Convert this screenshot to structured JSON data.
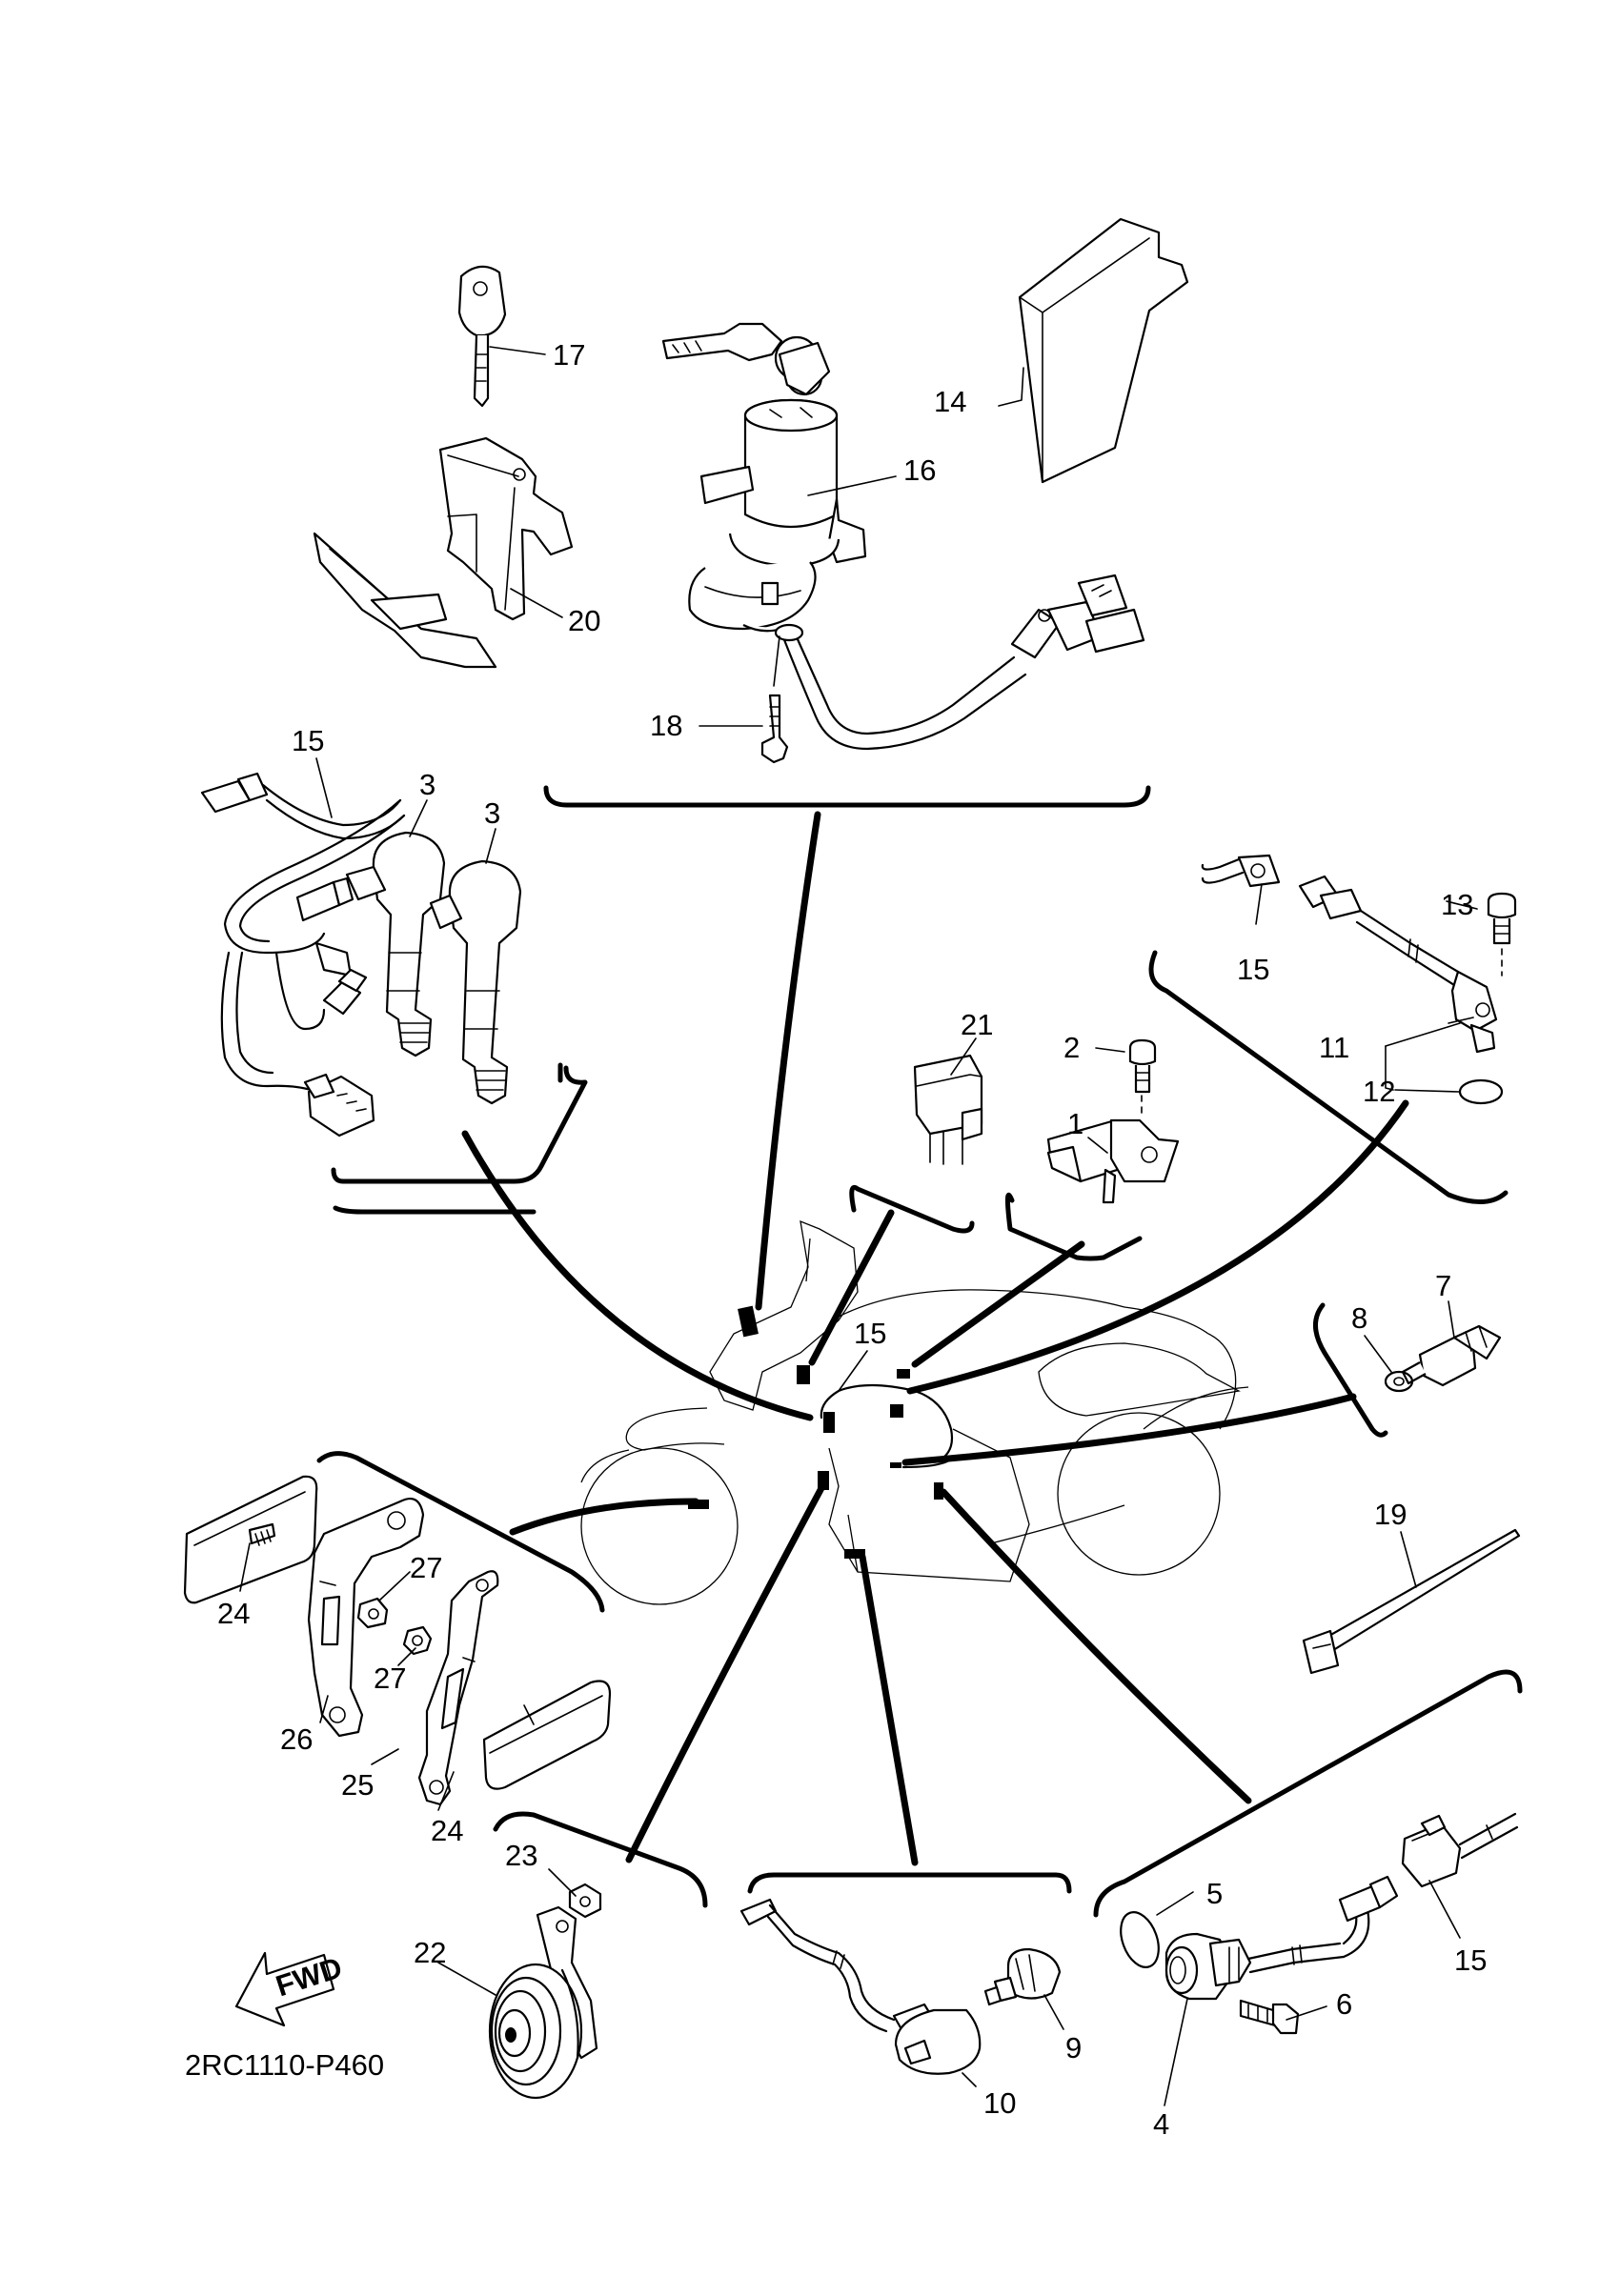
{
  "diagram_code": "2RC1110-P460",
  "fwd_label": "FWD",
  "callouts": [
    {
      "id": "c17",
      "text": "17"
    },
    {
      "id": "c14",
      "text": "14"
    },
    {
      "id": "c16",
      "text": "16"
    },
    {
      "id": "c20",
      "text": "20"
    },
    {
      "id": "c18",
      "text": "18"
    },
    {
      "id": "c15a",
      "text": "15"
    },
    {
      "id": "c3a",
      "text": "3"
    },
    {
      "id": "c3b",
      "text": "3"
    },
    {
      "id": "c15b",
      "text": "15"
    },
    {
      "id": "c13",
      "text": "13"
    },
    {
      "id": "c21",
      "text": "21"
    },
    {
      "id": "c2",
      "text": "2"
    },
    {
      "id": "c1",
      "text": "1"
    },
    {
      "id": "c11",
      "text": "11"
    },
    {
      "id": "c12",
      "text": "12"
    },
    {
      "id": "c7",
      "text": "7"
    },
    {
      "id": "c8",
      "text": "8"
    },
    {
      "id": "c15c",
      "text": "15"
    },
    {
      "id": "c19",
      "text": "19"
    },
    {
      "id": "c27a",
      "text": "27"
    },
    {
      "id": "c24a",
      "text": "24"
    },
    {
      "id": "c27b",
      "text": "27"
    },
    {
      "id": "c26",
      "text": "26"
    },
    {
      "id": "c25",
      "text": "25"
    },
    {
      "id": "c24b",
      "text": "24"
    },
    {
      "id": "c23",
      "text": "23"
    },
    {
      "id": "c22",
      "text": "22"
    },
    {
      "id": "c5",
      "text": "5"
    },
    {
      "id": "c15d",
      "text": "15"
    },
    {
      "id": "c6",
      "text": "6"
    },
    {
      "id": "c9",
      "text": "9"
    },
    {
      "id": "c10",
      "text": "10"
    },
    {
      "id": "c4",
      "text": "4"
    }
  ]
}
